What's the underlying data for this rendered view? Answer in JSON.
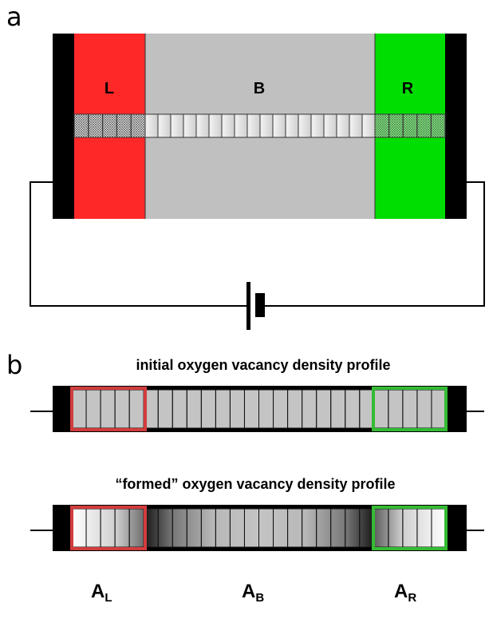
{
  "panel_a": {
    "label": "a",
    "regions": {
      "left": {
        "label": "L",
        "color": "#ff2828"
      },
      "bulk": {
        "label": "B",
        "color": "#c0c0c0"
      },
      "right": {
        "label": "R",
        "color": "#00dd00"
      }
    },
    "electrode_color": "#000000"
  },
  "panel_b": {
    "label": "b",
    "initial_caption": "initial oxygen vacancy density profile",
    "formed_caption": "“formed” oxygen vacancy density profile",
    "left_box_color": "#d23c3c",
    "right_box_color": "#33bb33"
  },
  "area_labels": {
    "left": {
      "base": "A",
      "sub": "L"
    },
    "bulk": {
      "base": "A",
      "sub": "B"
    },
    "right": {
      "base": "A",
      "sub": "R"
    }
  }
}
